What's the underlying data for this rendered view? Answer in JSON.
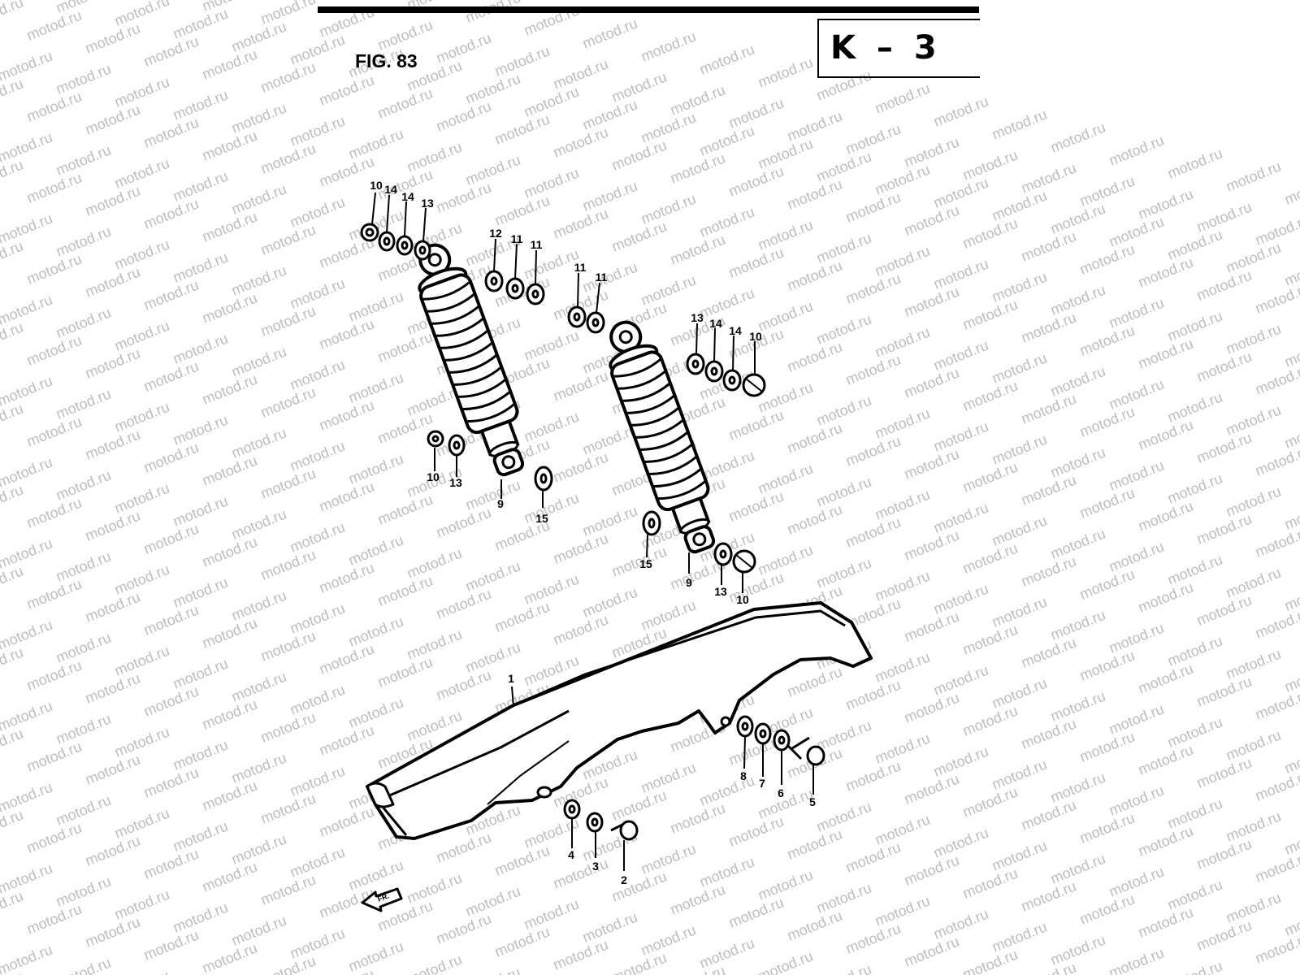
{
  "header": {
    "figure_label": "FIG. 83",
    "section_code": "K – 3"
  },
  "watermark": {
    "text": "motod.ru",
    "color": "#bdbdbd"
  },
  "callouts": [
    {
      "id": "c-10a",
      "label": "10"
    },
    {
      "id": "c-14a",
      "label": "14"
    },
    {
      "id": "c-14b",
      "label": "14"
    },
    {
      "id": "c-13a",
      "label": "13"
    },
    {
      "id": "c-12",
      "label": "12"
    },
    {
      "id": "c-11a",
      "label": "11"
    },
    {
      "id": "c-11b",
      "label": "11"
    },
    {
      "id": "c-11c",
      "label": "11"
    },
    {
      "id": "c-11d",
      "label": "11"
    },
    {
      "id": "c-13b",
      "label": "13"
    },
    {
      "id": "c-14c",
      "label": "14"
    },
    {
      "id": "c-14d",
      "label": "14"
    },
    {
      "id": "c-10b",
      "label": "10"
    },
    {
      "id": "c-10c",
      "label": "10"
    },
    {
      "id": "c-13c",
      "label": "13"
    },
    {
      "id": "c-9a",
      "label": "9"
    },
    {
      "id": "c-15a",
      "label": "15"
    },
    {
      "id": "c-15b",
      "label": "15"
    },
    {
      "id": "c-9b",
      "label": "9"
    },
    {
      "id": "c-13d",
      "label": "13"
    },
    {
      "id": "c-10d",
      "label": "10"
    },
    {
      "id": "c-1",
      "label": "1"
    },
    {
      "id": "c-8",
      "label": "8"
    },
    {
      "id": "c-7",
      "label": "7"
    },
    {
      "id": "c-6",
      "label": "6"
    },
    {
      "id": "c-5",
      "label": "5"
    },
    {
      "id": "c-4",
      "label": "4"
    },
    {
      "id": "c-3",
      "label": "3"
    },
    {
      "id": "c-2",
      "label": "2"
    }
  ],
  "front_arrow": {
    "label": "FR."
  },
  "colors": {
    "ink": "#000000",
    "paper": "#ffffff"
  }
}
